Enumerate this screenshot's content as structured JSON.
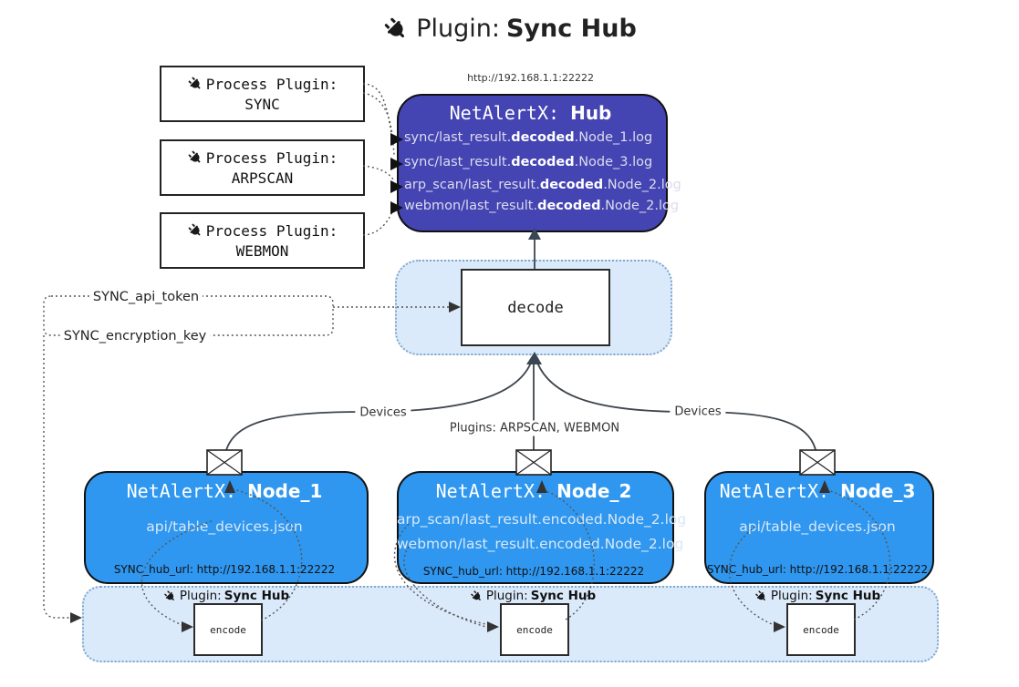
{
  "title": {
    "prefix": "Plugin:",
    "name": "Sync Hub"
  },
  "hub": {
    "url": "http://192.168.1.1:22222",
    "title_mono": "NetAlertX: ",
    "title_bold": "Hub",
    "lines": [
      {
        "pre": "sync/last_result.",
        "bold": "decoded",
        "post": ".Node_1.log"
      },
      {
        "pre": "sync/last_result.",
        "bold": "decoded",
        "post": ".Node_3.log"
      },
      {
        "pre": "arp_scan/last_result.",
        "bold": "decoded",
        "post": ".Node_2.log"
      },
      {
        "pre": "webmon/last_result.",
        "bold": "decoded",
        "post": ".Node_2.log"
      }
    ]
  },
  "process_plugins": [
    {
      "label": "Process Plugin:",
      "name": "SYNC"
    },
    {
      "label": "Process Plugin:",
      "name": "ARPSCAN"
    },
    {
      "label": "Process Plugin:",
      "name": "WEBMON"
    }
  ],
  "decode": {
    "label": "decode"
  },
  "tokens": {
    "api_token": "SYNC_api_token",
    "encryption_key": "SYNC_encryption_key"
  },
  "edge_labels": {
    "devices_left": "Devices",
    "devices_right": "Devices",
    "plugins_center": "Plugins: ARPSCAN, WEBMON"
  },
  "nodes": [
    {
      "title_mono": "NetAlertX: ",
      "title_bold": "Node_1",
      "lines": [
        "api/table_devices.json"
      ],
      "hub_url": "SYNC_hub_url: http://192.168.1.1:22222"
    },
    {
      "title_mono": "NetAlertX: ",
      "title_bold": "Node_2",
      "lines": [
        "arp_scan/last_result.encoded.Node_2.log",
        "webmon/last_result.encoded.Node_2.log"
      ],
      "hub_url": "SYNC_hub_url: http://192.168.1.1:22222"
    },
    {
      "title_mono": "NetAlertX: ",
      "title_bold": "Node_3",
      "lines": [
        "api/table_devices.json"
      ],
      "hub_url": "SYNC_hub_url: http://192.168.1.1:22222"
    }
  ],
  "encoders": [
    {
      "label_prefix": "Plugin:",
      "label_bold": "Sync Hub",
      "box": "encode"
    },
    {
      "label_prefix": "Plugin:",
      "label_bold": "Sync Hub",
      "box": "encode"
    },
    {
      "label_prefix": "Plugin:",
      "label_bold": "Sync Hub",
      "box": "encode"
    }
  ],
  "colors": {
    "hub_bg": "#4444b3",
    "node_bg": "#2f97ef",
    "panel_bg": "#dbeafb",
    "panel_border": "#7fa8cc",
    "hub_text": "#dcdcec",
    "node_text": "#d8e8f8"
  }
}
